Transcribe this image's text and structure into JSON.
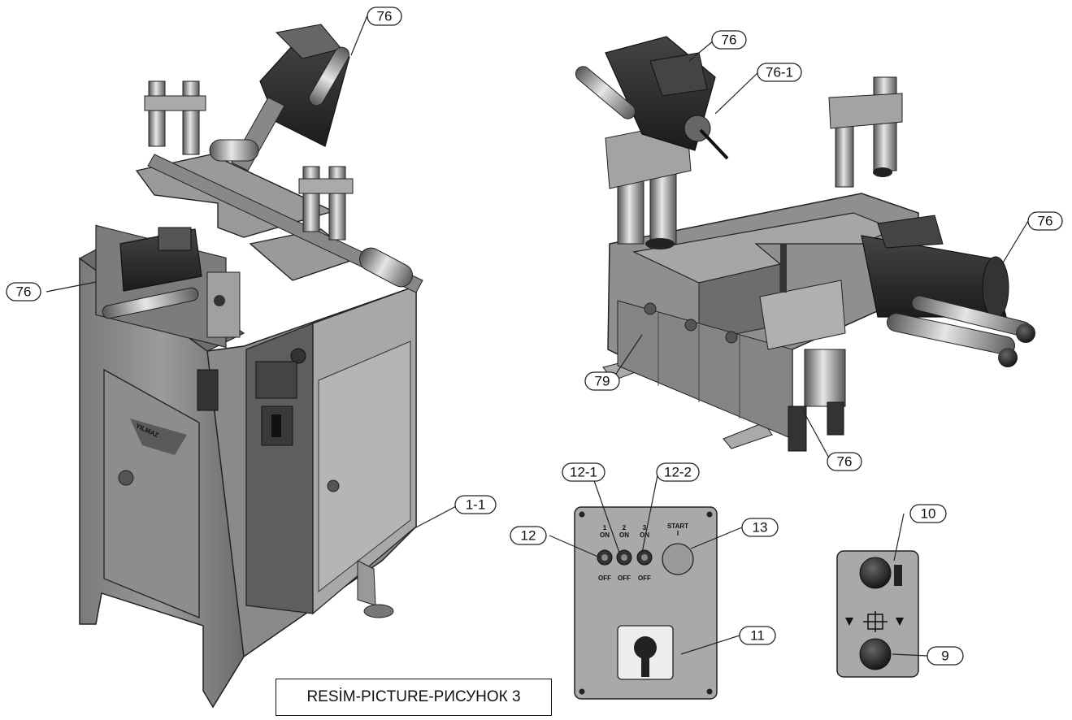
{
  "caption": "RESİM-PICTURE-РИСУНОК 3",
  "callouts": {
    "c76_top_left": "76",
    "c76_left": "76",
    "c1_1": "1-1",
    "c76_top_right": "76",
    "c76_1": "76-1",
    "c76_right": "76",
    "c79": "79",
    "c76_bottom": "76",
    "c12_1": "12-1",
    "c12_2": "12-2",
    "c12": "12",
    "c13": "13",
    "c11": "11",
    "c10": "10",
    "c9": "9"
  },
  "panel": {
    "sw1_num": "1",
    "sw2_num": "2",
    "sw3_num": "3",
    "on": "ON",
    "off": "OFF",
    "start": "START",
    "start_sym": "I"
  },
  "brand": "YILMAZ"
}
